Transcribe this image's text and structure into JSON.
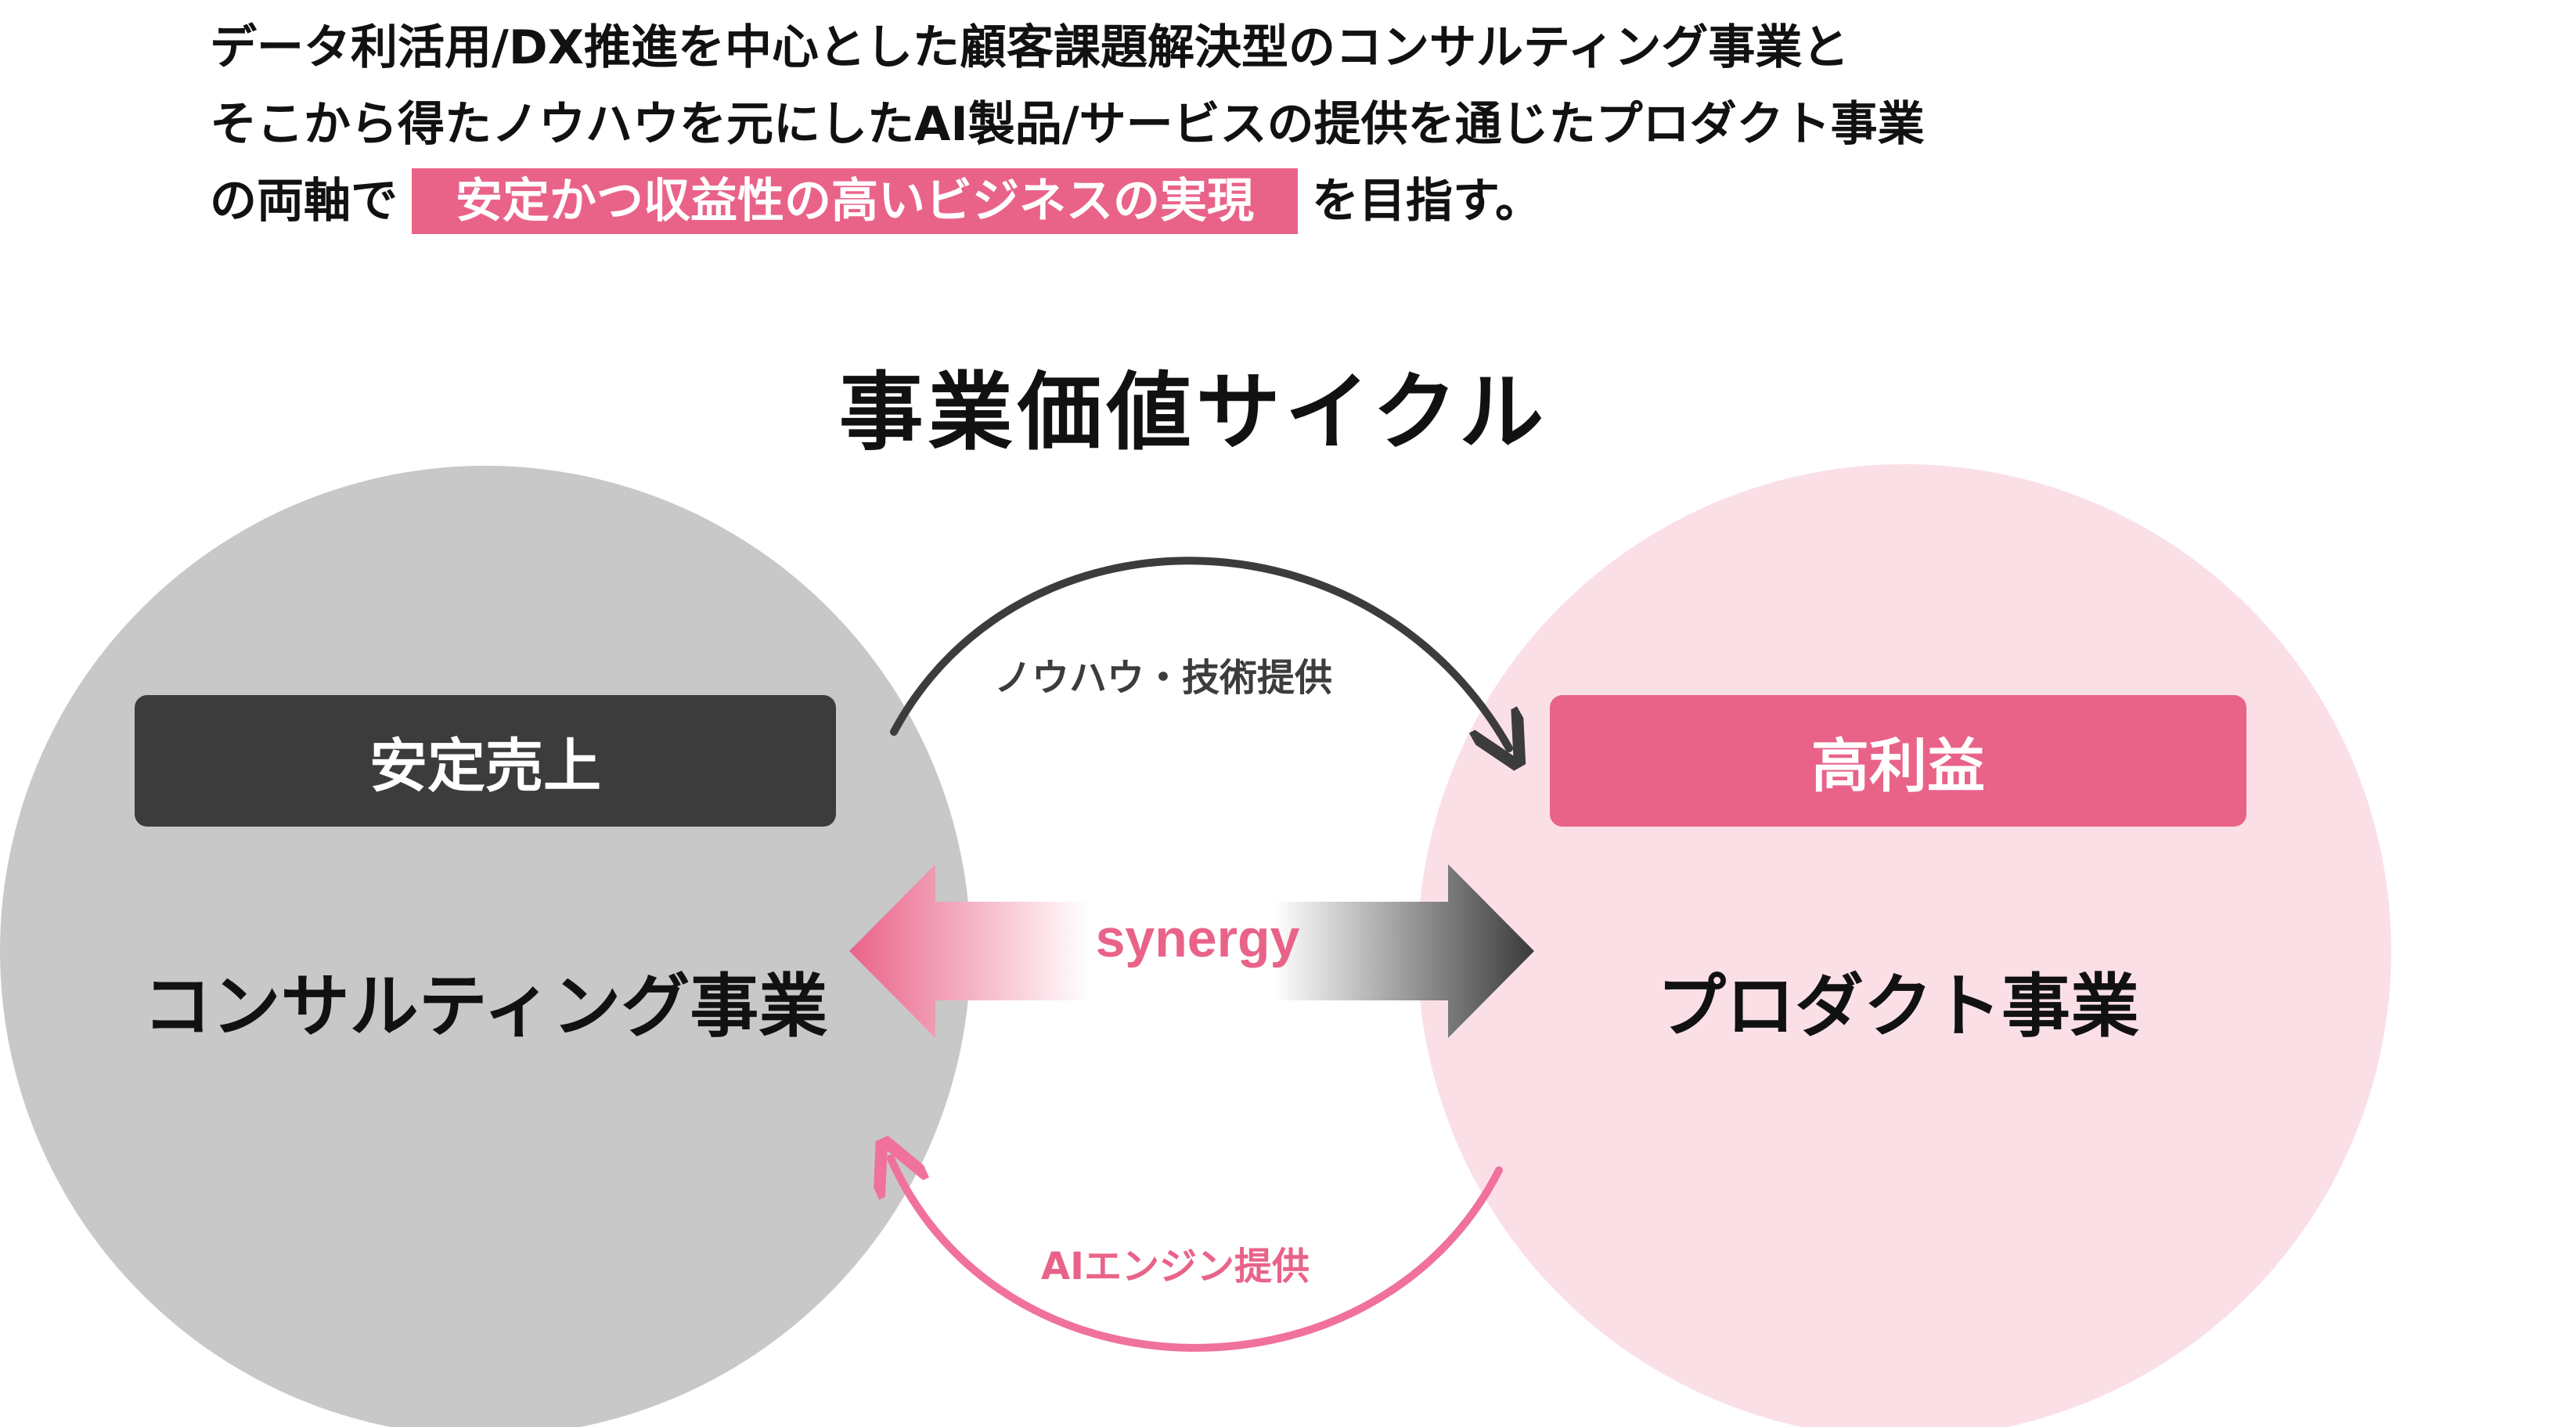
{
  "intro": {
    "line1": "データ利活用/DX推進を中心とした顧客課題解決型のコンサルティング事業と",
    "line2": "そこから得たノウハウを元にしたAI製品/サービスの提供を通じたプロダクト事業",
    "line3_before": "の両軸で",
    "highlight": "安定かつ収益性の高いビジネスの実現",
    "line3_after": "を目指す。"
  },
  "cycle_title": "事業価値サイクル",
  "consulting": {
    "badge": "安定売上",
    "label": "コンサルティング事業"
  },
  "product": {
    "badge": "高利益",
    "label": "プロダクト事業"
  },
  "arrows": {
    "top_label": "ノウハウ・技術提供",
    "bottom_label": "AIエンジン提供",
    "synergy_label": "synergy"
  },
  "colors": {
    "pink_accent": "#e96389",
    "light_pink_circle": "#fae0e6",
    "gray_circle": "#c8c8c8",
    "dark_badge": "#3c3c3c",
    "bottom_arrow": "#f0719c"
  }
}
